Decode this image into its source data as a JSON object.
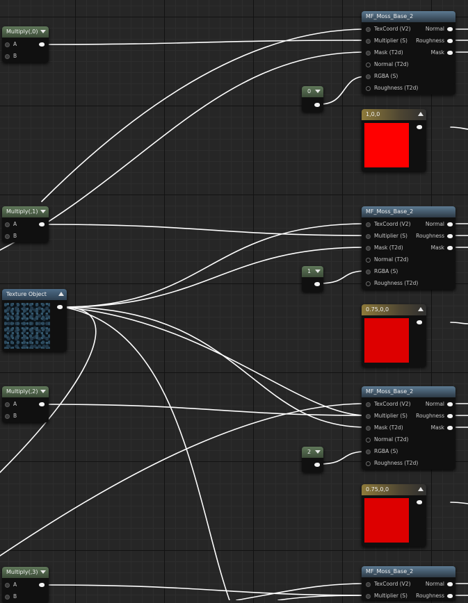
{
  "graph": {
    "multiply_nodes": [
      {
        "title": "Multiply(,0)",
        "pin_a": "A",
        "pin_b": "B"
      },
      {
        "title": "Multiply(,1)",
        "pin_a": "A",
        "pin_b": "B"
      },
      {
        "title": "Multiply(,2)",
        "pin_a": "A",
        "pin_b": "B"
      },
      {
        "title": "Multiply(,3)",
        "pin_a": "A",
        "pin_b": "B"
      }
    ],
    "texture_object": {
      "title": "Texture Object"
    },
    "constant_nodes": [
      {
        "value": "0"
      },
      {
        "value": "1"
      },
      {
        "value": "2"
      }
    ],
    "color_nodes": [
      {
        "title": "1,0,0",
        "color": "#ff0000"
      },
      {
        "title": "0.75,0,0",
        "color": "#dd0000"
      },
      {
        "title": "0.75,0,0",
        "color": "#dd0000"
      }
    ],
    "material_functions": [
      {
        "title": "MF_Moss_Base_2",
        "inputs": [
          "TexCoord (V2)",
          "Multiplier (S)",
          "Mask (T2d)",
          "Normal (T2d)",
          "RGBA (S)",
          "Roughness (T2d)"
        ],
        "outputs": [
          "Normal",
          "Roughness",
          "Mask"
        ]
      },
      {
        "title": "MF_Moss_Base_2",
        "inputs": [
          "TexCoord (V2)",
          "Multiplier (S)",
          "Mask (T2d)",
          "Normal (T2d)",
          "RGBA (S)",
          "Roughness (T2d)"
        ],
        "outputs": [
          "Normal",
          "Roughness",
          "Mask"
        ]
      },
      {
        "title": "MF_Moss_Base_2",
        "inputs": [
          "TexCoord (V2)",
          "Multiplier (S)",
          "Mask (T2d)",
          "Normal (T2d)",
          "RGBA (S)",
          "Roughness (T2d)"
        ],
        "outputs": [
          "Normal",
          "Roughness",
          "Mask"
        ]
      },
      {
        "title": "MF_Moss_Base_2",
        "inputs": [
          "TexCoord (V2)",
          "Multiplier (S)"
        ],
        "outputs": [
          "Normal",
          "Roughness"
        ]
      }
    ],
    "colors": {
      "wire": "#ffffff",
      "grid_bg": "#262626",
      "pin_out": "#f2f2f2"
    }
  }
}
